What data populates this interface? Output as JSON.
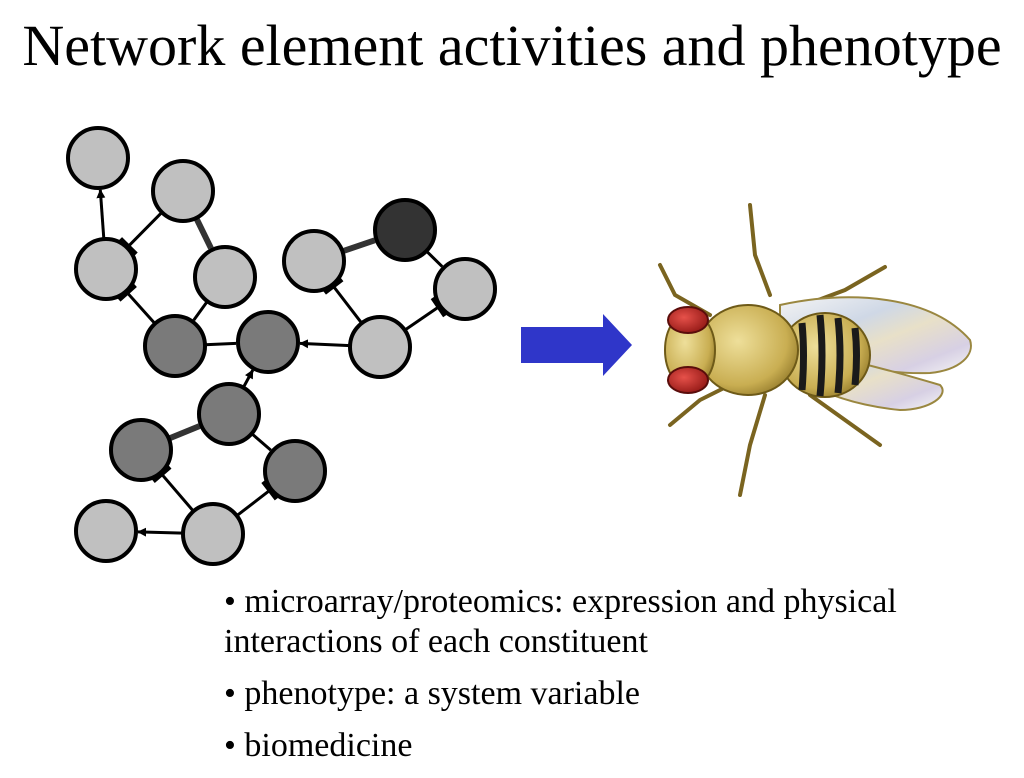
{
  "slide": {
    "title": "Network element activities and phenotype",
    "bullets": [
      "• microarray/proteomics: expression and physical interactions of each constituent",
      "• phenotype: a system variable",
      "• biomedicine"
    ]
  },
  "diagram": {
    "node_colors": {
      "light": "#c0c0c0",
      "medium": "#7a7a7a",
      "dark": "#333333"
    },
    "arrow_color": "#2f36c9",
    "nodes": [
      {
        "id": "n1",
        "shade": "light"
      },
      {
        "id": "n2",
        "shade": "light"
      },
      {
        "id": "n3",
        "shade": "light"
      },
      {
        "id": "n4",
        "shade": "light"
      },
      {
        "id": "n5",
        "shade": "medium"
      },
      {
        "id": "n6",
        "shade": "medium"
      },
      {
        "id": "n7",
        "shade": "light"
      },
      {
        "id": "n8",
        "shade": "dark"
      },
      {
        "id": "n9",
        "shade": "light"
      },
      {
        "id": "n10",
        "shade": "light"
      },
      {
        "id": "n11",
        "shade": "medium"
      },
      {
        "id": "n12",
        "shade": "medium"
      },
      {
        "id": "n13",
        "shade": "medium"
      },
      {
        "id": "n14",
        "shade": "light"
      },
      {
        "id": "n15",
        "shade": "light"
      }
    ],
    "edges": [
      {
        "from": "n3",
        "to": "n1",
        "type": "activation"
      },
      {
        "from": "n2",
        "to": "n3",
        "type": "inhibition"
      },
      {
        "from": "n2",
        "to": "n4",
        "type": "bond"
      },
      {
        "from": "n5",
        "to": "n3",
        "type": "inhibition"
      },
      {
        "from": "n4",
        "to": "n5",
        "type": "link"
      },
      {
        "from": "n5",
        "to": "n6",
        "type": "link"
      },
      {
        "from": "n10",
        "to": "n6",
        "type": "activation"
      },
      {
        "from": "n7",
        "to": "n8",
        "type": "bond"
      },
      {
        "from": "n8",
        "to": "n9",
        "type": "link"
      },
      {
        "from": "n10",
        "to": "n7",
        "type": "inhibition"
      },
      {
        "from": "n10",
        "to": "n9",
        "type": "inhibition"
      },
      {
        "from": "n11",
        "to": "n6",
        "type": "activation"
      },
      {
        "from": "n12",
        "to": "n11",
        "type": "bond"
      },
      {
        "from": "n11",
        "to": "n13",
        "type": "link"
      },
      {
        "from": "n14",
        "to": "n12",
        "type": "inhibition"
      },
      {
        "from": "n14",
        "to": "n13",
        "type": "inhibition"
      },
      {
        "from": "n14",
        "to": "n15",
        "type": "activation"
      }
    ]
  },
  "fly_image": {
    "icon": "fruit-fly-icon"
  }
}
